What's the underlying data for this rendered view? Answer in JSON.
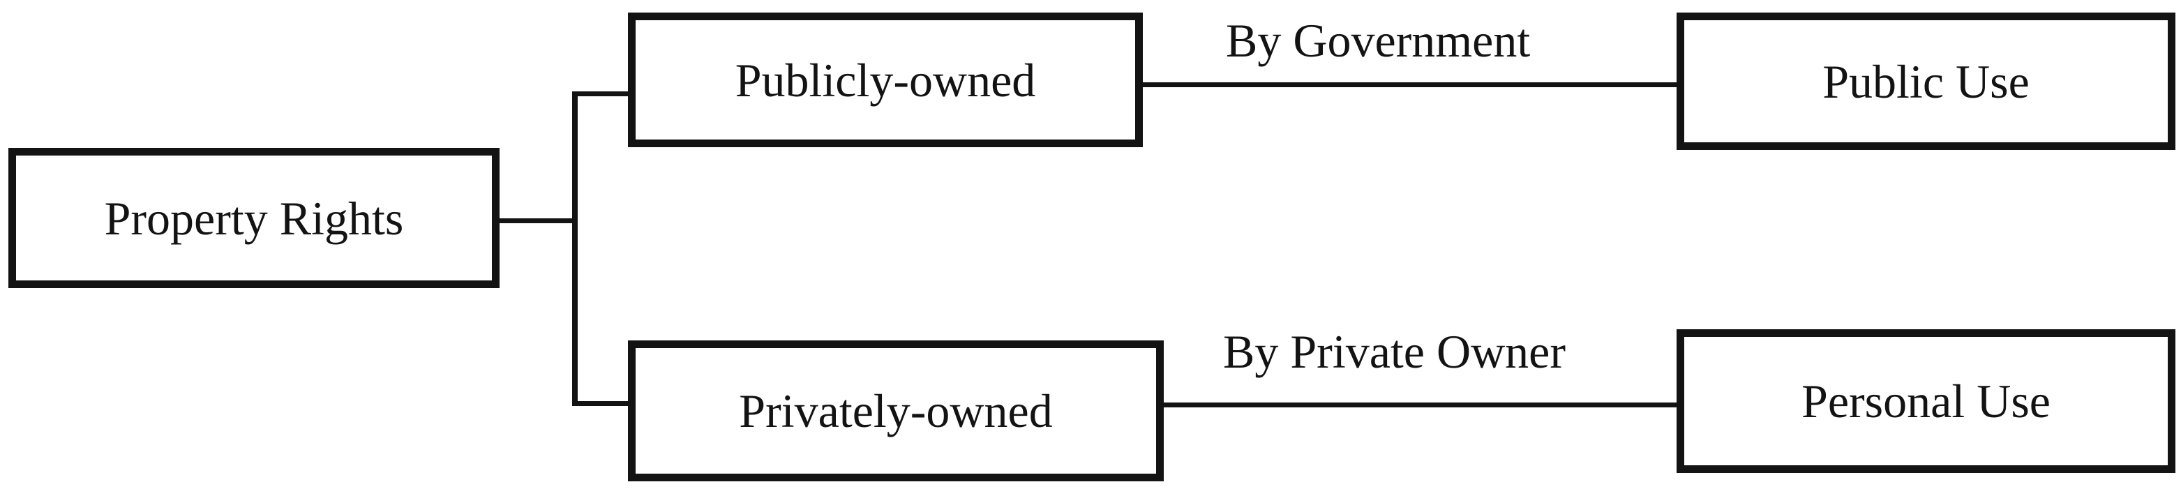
{
  "diagram": {
    "type": "flowchart",
    "title": "Property Rights ownership and use flowchart",
    "colors": {
      "line": "#131313",
      "box_fill": "#ffffff",
      "text": "#131313",
      "background": "#ffffff"
    },
    "nodes": [
      {
        "id": "property-rights",
        "label": "Property Rights"
      },
      {
        "id": "publicly-owned",
        "label": "Publicly-owned"
      },
      {
        "id": "public-use",
        "label": "Public Use"
      },
      {
        "id": "privately-owned",
        "label": "Privately-owned"
      },
      {
        "id": "personal-use",
        "label": "Personal Use"
      }
    ],
    "edges": [
      {
        "from": "property-rights",
        "to": "publicly-owned",
        "label": ""
      },
      {
        "from": "property-rights",
        "to": "privately-owned",
        "label": ""
      },
      {
        "from": "publicly-owned",
        "to": "public-use",
        "label": "By Government"
      },
      {
        "from": "privately-owned",
        "to": "personal-use",
        "label": "By Private Owner"
      }
    ]
  }
}
